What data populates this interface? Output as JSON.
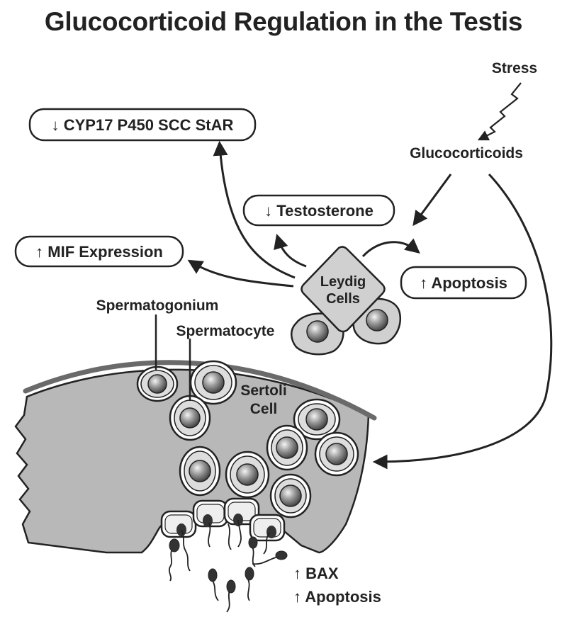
{
  "title": "Glucocorticoid Regulation in the Testis",
  "colors": {
    "ink": "#222222",
    "cell_fill": "#d0d0d0",
    "tubule_fill": "#b8b8b8",
    "wall": "#6a6a6a"
  },
  "labels": {
    "stress": "Stress",
    "glucocorticoids": "Glucocorticoids",
    "leydig_line1": "Leydig",
    "leydig_line2": "Cells",
    "spermatogonium": "Spermatogonium",
    "spermatocyte": "Spermatocyte",
    "sertoli_line1": "Sertoli",
    "sertoli_line2": "Cell",
    "bax": "BAX",
    "germ_apoptosis": "Apoptosis"
  },
  "effect_boxes": {
    "cyp17": {
      "arrow": "↓",
      "text": "CYP17 P450 SCC StAR"
    },
    "testosterone": {
      "arrow": "↓",
      "text": "Testosterone"
    },
    "mif": {
      "arrow": "↑",
      "text": "MIF Expression"
    },
    "apoptosis": {
      "arrow": "↑",
      "text": "Apoptosis"
    }
  },
  "up_arrow": "↑"
}
